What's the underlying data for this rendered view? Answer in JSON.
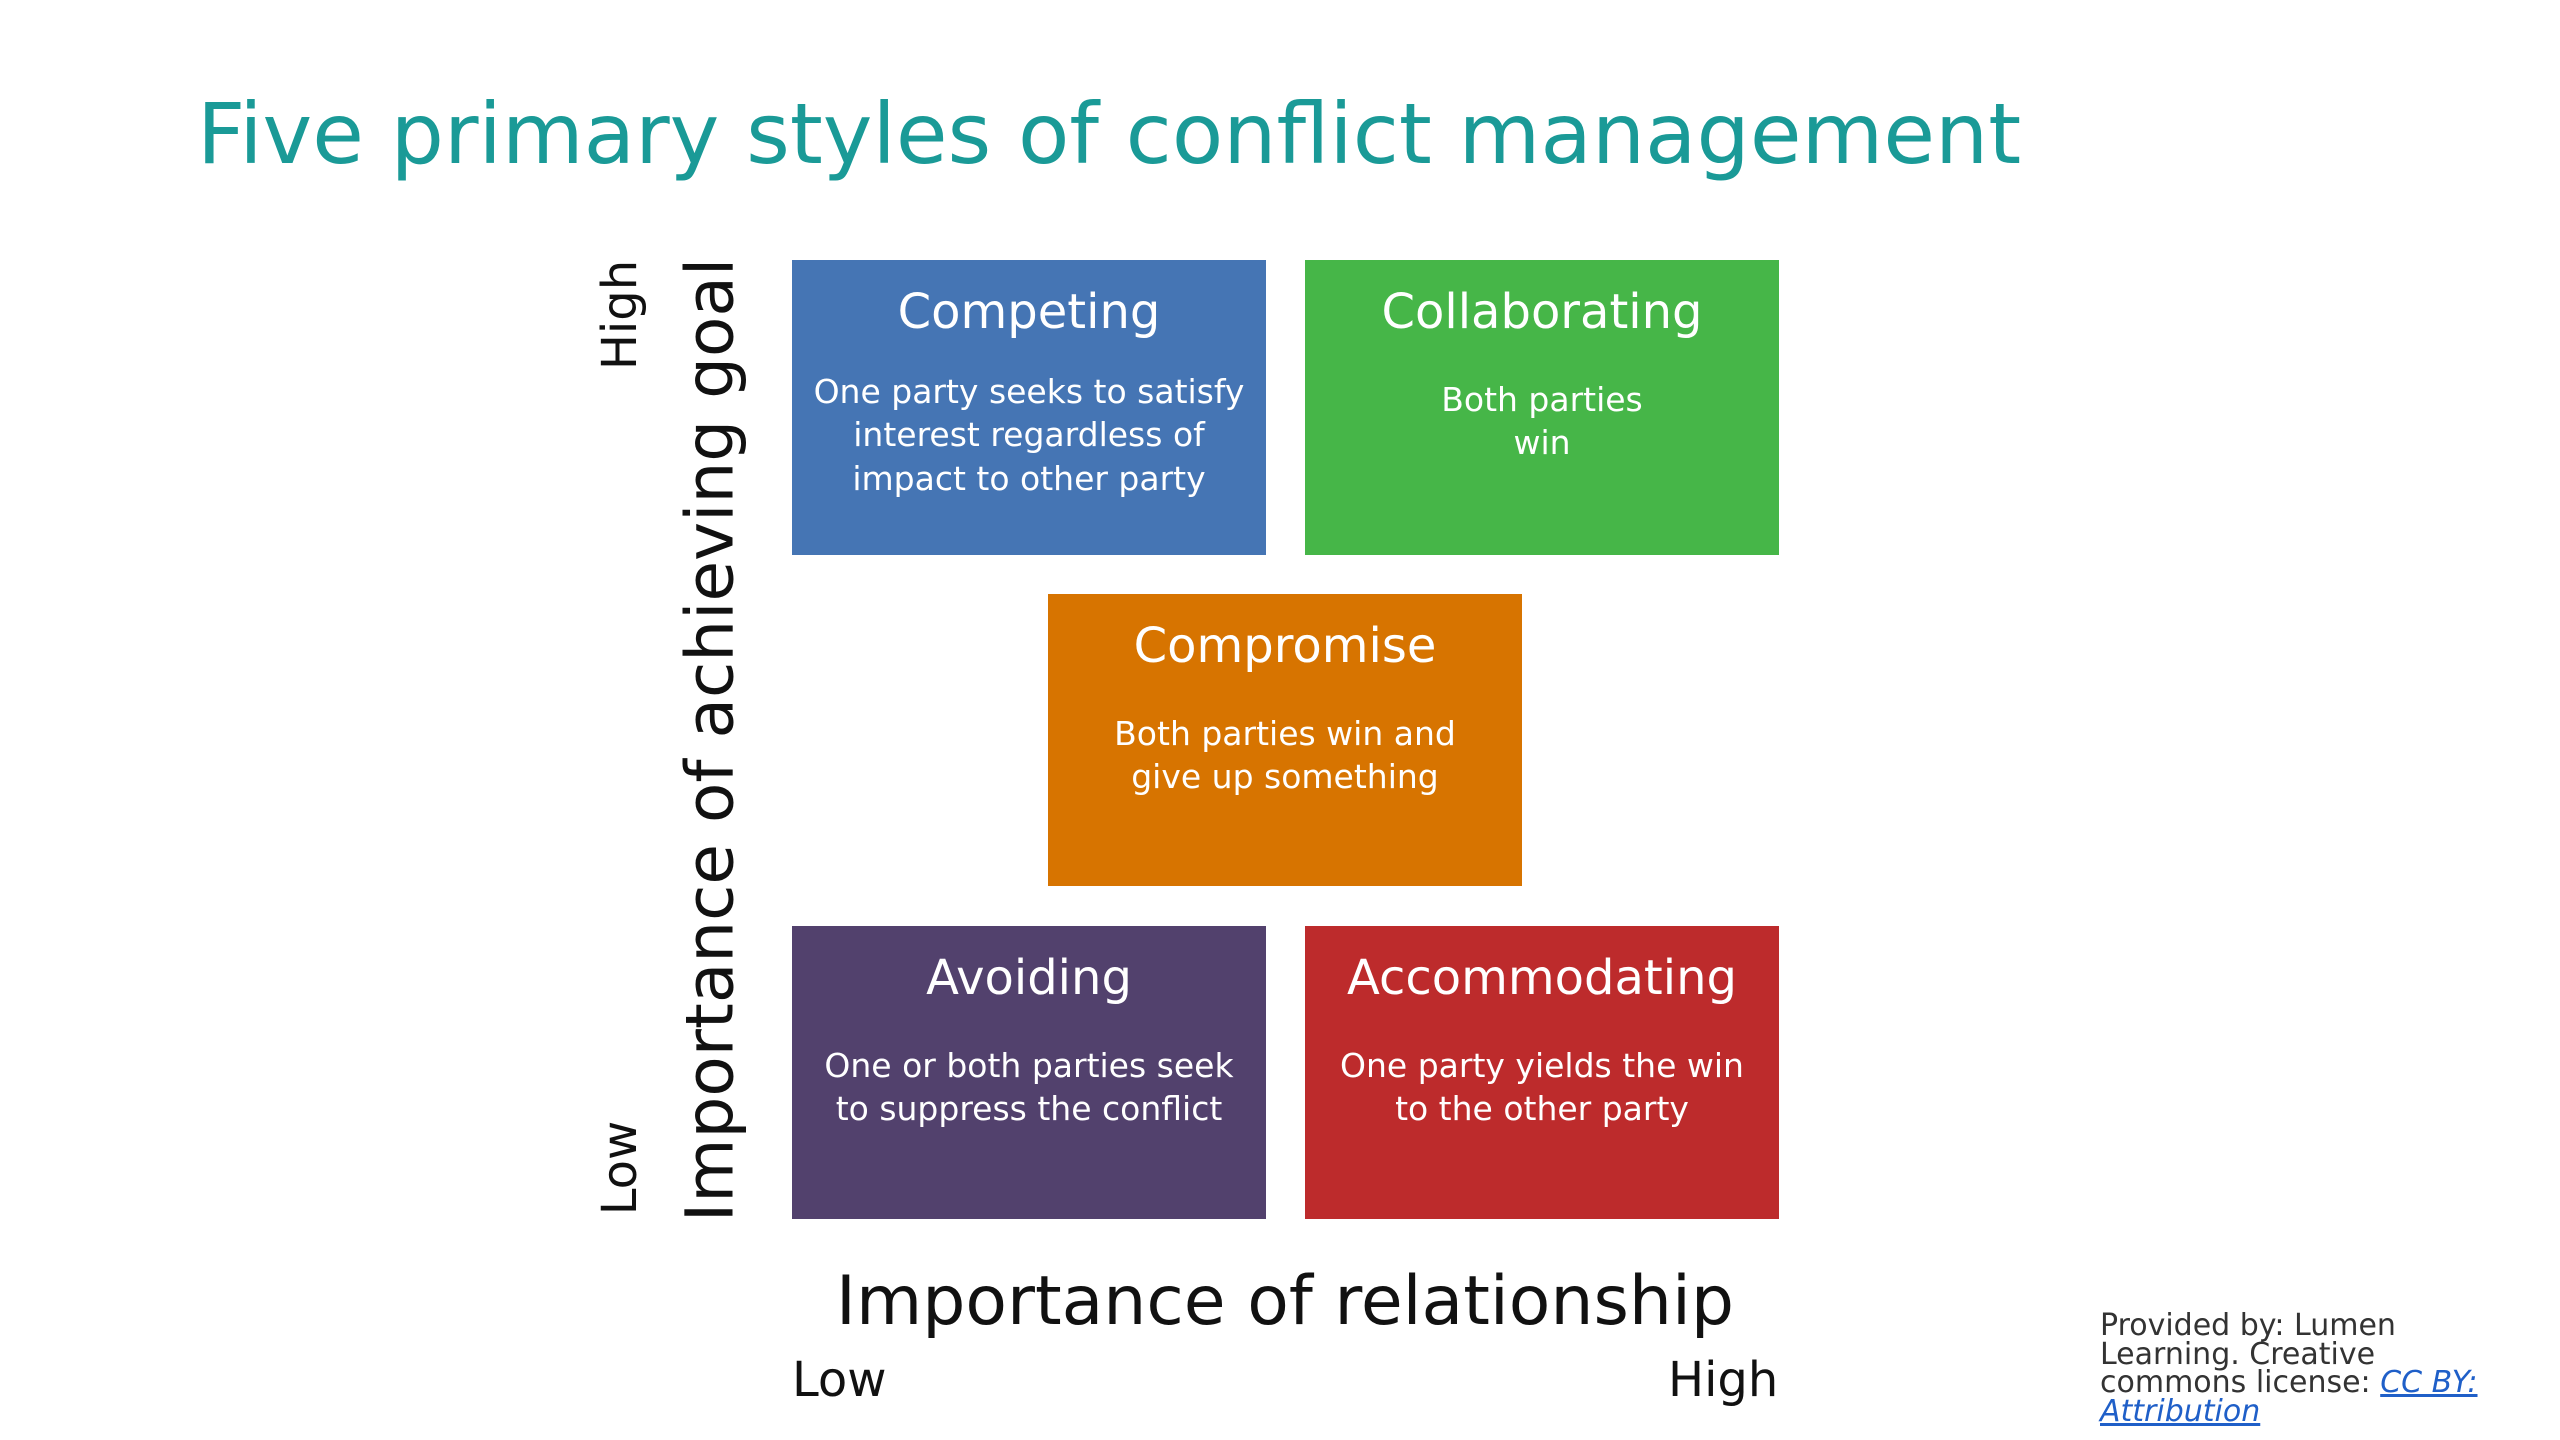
{
  "slide": {
    "title": "Five primary styles of conflict management",
    "colors": {
      "title": "#1a9a97",
      "competing": "#4575b4",
      "collaborating": "#46b648",
      "compromise": "#d77400",
      "avoiding": "#52416d",
      "accommodating": "#bd2b2c",
      "link": "#1f5fc8"
    }
  },
  "boxes": {
    "competing": {
      "title": "Competing",
      "description": "One party seeks to satisfy interest regardless of impact to other party"
    },
    "collaborating": {
      "title": "Collaborating",
      "description": "Both parties win"
    },
    "compromise": {
      "title": "Compromise",
      "description": "Both parties win and give up something"
    },
    "avoiding": {
      "title": "Avoiding",
      "description": "One or both parties seek to suppress the conflict"
    },
    "accommodating": {
      "title": "Accommodating",
      "description": "One party yields the win to the other party"
    }
  },
  "axes": {
    "y_label": "Importance of achieving goal",
    "y_high": "High",
    "y_low": "Low",
    "x_label": "Importance of relationship",
    "x_low": "Low",
    "x_high": "High"
  },
  "credit": {
    "text": "Provided by: Lumen Learning. Creative commons license: ",
    "link_text": "CC BY: Attribution"
  }
}
